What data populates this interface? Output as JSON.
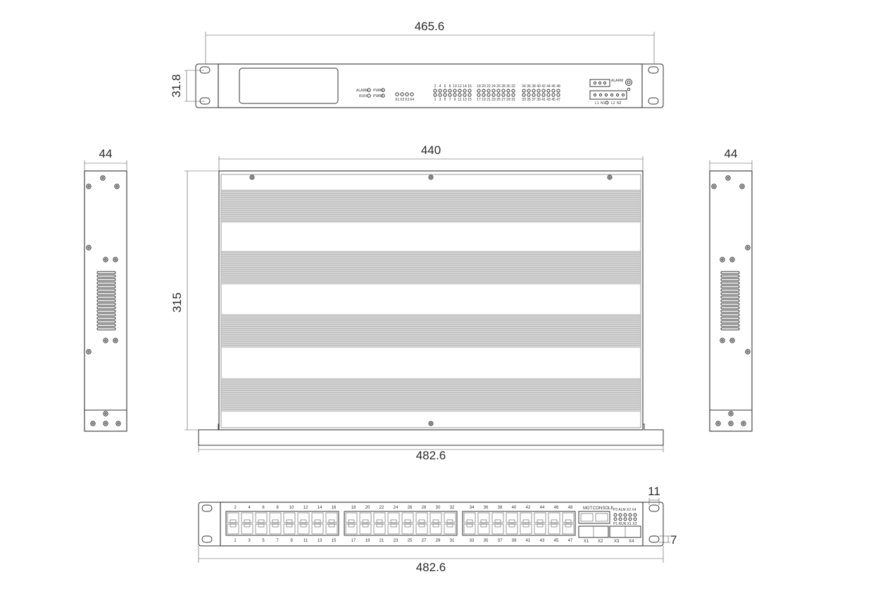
{
  "dimensions": {
    "front_width": "465.6",
    "front_height": "31.8",
    "body_width": "440",
    "side_width_left": "44",
    "side_width_right": "44",
    "body_depth": "315",
    "top_overall_width": "482.6",
    "rear_overall_width": "482.6",
    "ear_height": "11",
    "ear_offset": "7"
  },
  "front_panel": {
    "left_leds": [
      "ALARM",
      "RUN",
      "PWR1",
      "PWR2"
    ],
    "x_port_leds": [
      "X1",
      "X2",
      "X3",
      "X4"
    ],
    "port_leds_top": [
      "2",
      "4",
      "6",
      "8",
      "10",
      "12",
      "14",
      "16",
      "18",
      "20",
      "22",
      "24",
      "26",
      "28",
      "30",
      "32",
      "34",
      "36",
      "38",
      "40",
      "42",
      "44",
      "46",
      "48"
    ],
    "port_leds_bottom": [
      "1",
      "3",
      "5",
      "7",
      "9",
      "11",
      "13",
      "15",
      "17",
      "19",
      "21",
      "23",
      "25",
      "27",
      "29",
      "31",
      "33",
      "35",
      "37",
      "39",
      "41",
      "43",
      "45",
      "47"
    ],
    "alarm_label": "ALARM",
    "terminal_labels": [
      "L1",
      "N1",
      "L2",
      "N2"
    ]
  },
  "rear_panel": {
    "group1_top": [
      "2",
      "4",
      "6",
      "8",
      "10",
      "12",
      "14",
      "16"
    ],
    "group1_bottom": [
      "1",
      "3",
      "5",
      "7",
      "9",
      "11",
      "13",
      "15"
    ],
    "group2_top": [
      "18",
      "20",
      "22",
      "24",
      "26",
      "28",
      "30",
      "32"
    ],
    "group2_bottom": [
      "17",
      "19",
      "21",
      "23",
      "25",
      "27",
      "29",
      "31"
    ],
    "group3_top": [
      "34",
      "36",
      "38",
      "40",
      "42",
      "44",
      "46",
      "48"
    ],
    "group3_bottom": [
      "33",
      "35",
      "37",
      "39",
      "41",
      "43",
      "45",
      "47"
    ],
    "mgt_label": "MGT",
    "console_label": "CONSOLE",
    "led_header": "P2 ALM X2 X4",
    "led_footer": "P1 RUN X1 X3",
    "sfp_labels": [
      "X1",
      "X2",
      "X3",
      "X4"
    ]
  }
}
